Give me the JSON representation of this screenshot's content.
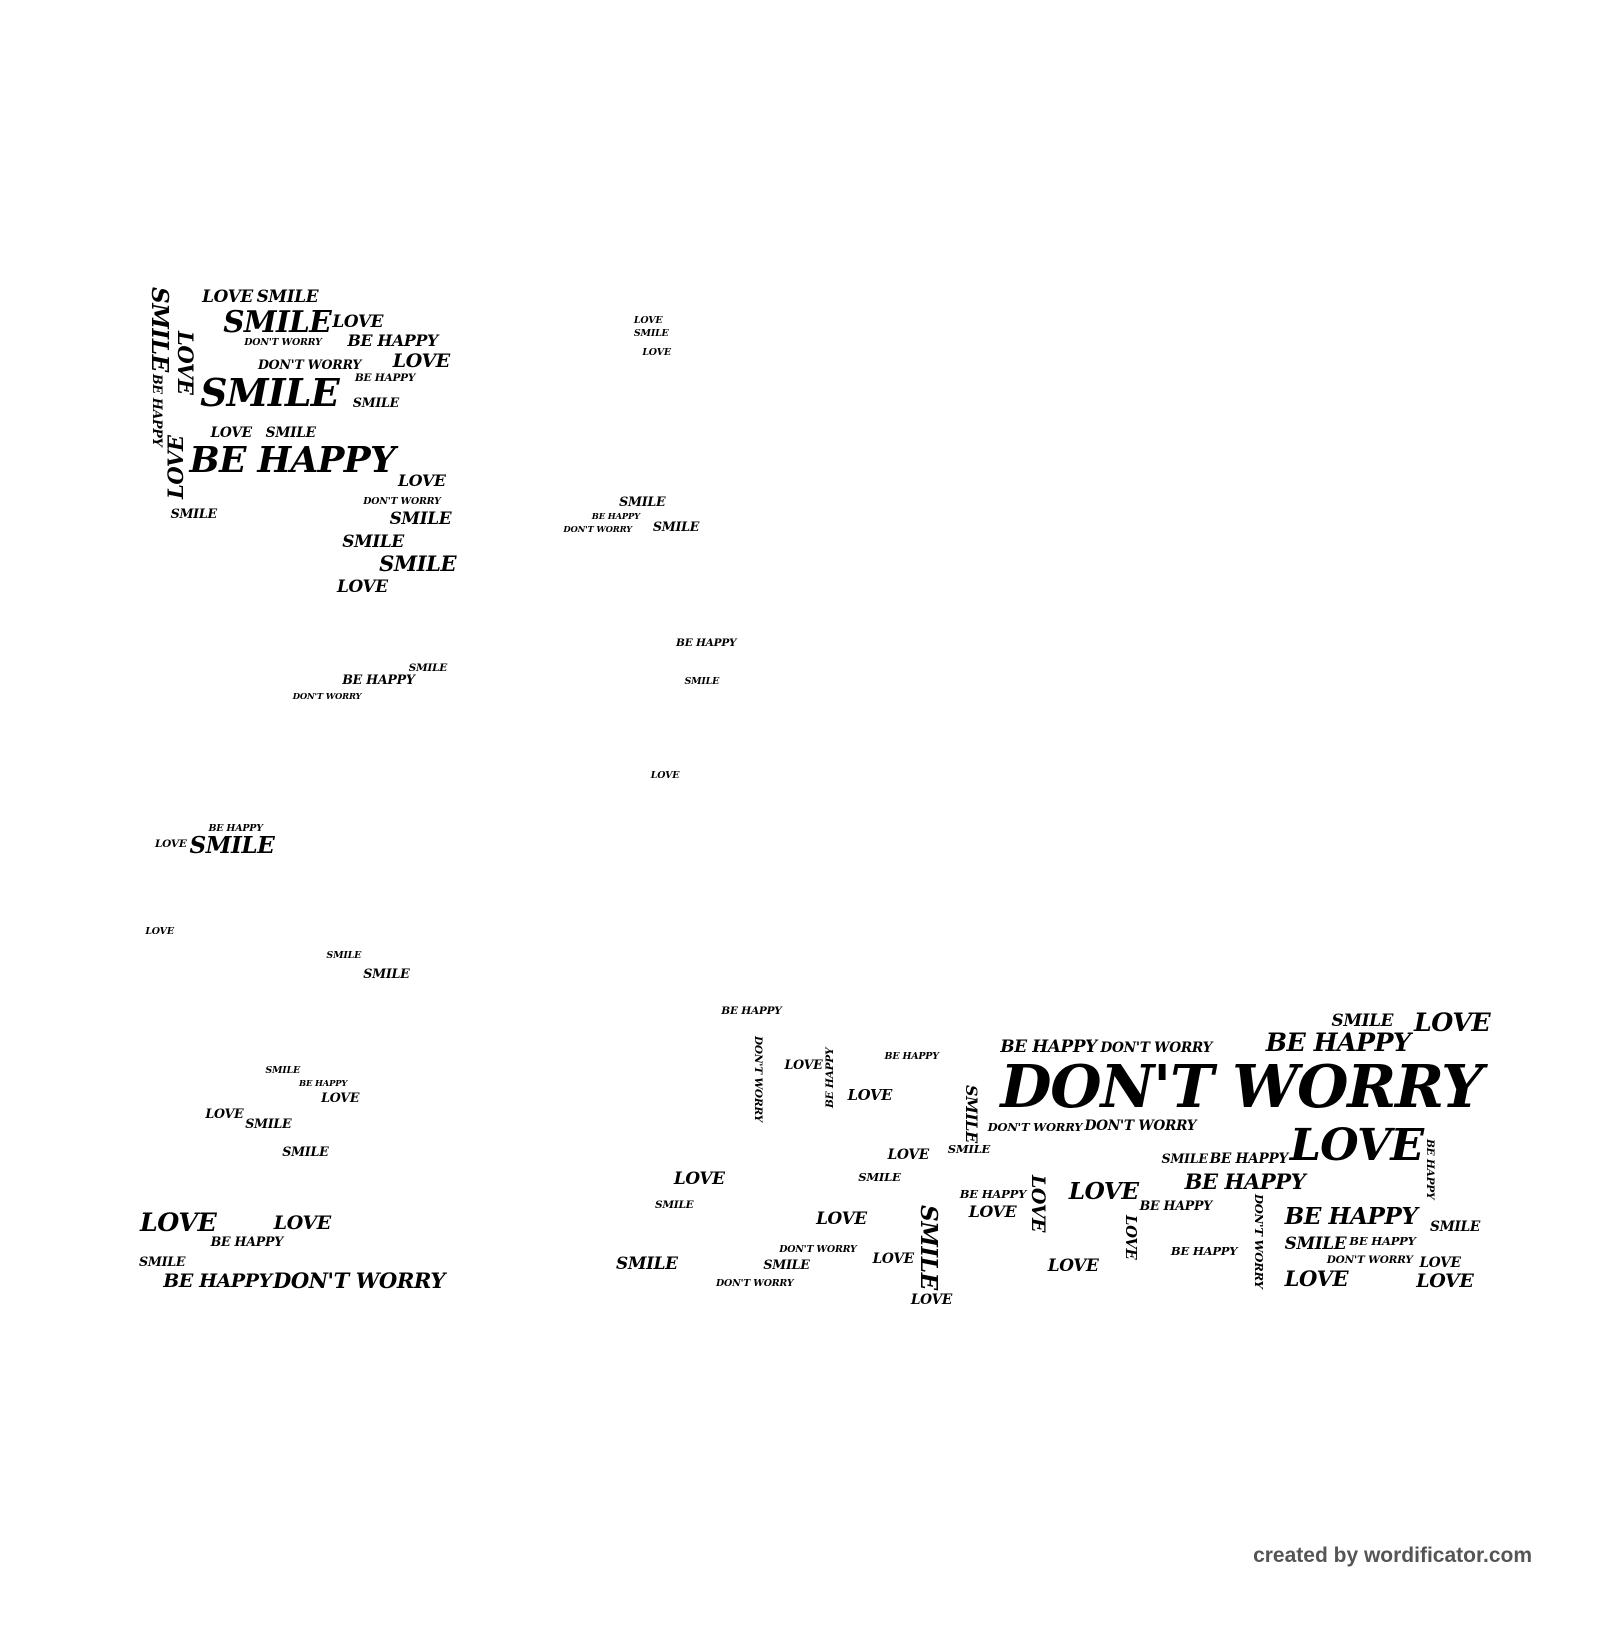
{
  "words": {
    "smile": "SMILE",
    "love": "LOVE",
    "be_happy": "BE HAPPY",
    "dont_worry": "DON'T WORRY"
  },
  "footer": "created by wordificator.com",
  "colors": {
    "text": "#000000",
    "background": "#ffffff",
    "footer": "#555555"
  }
}
